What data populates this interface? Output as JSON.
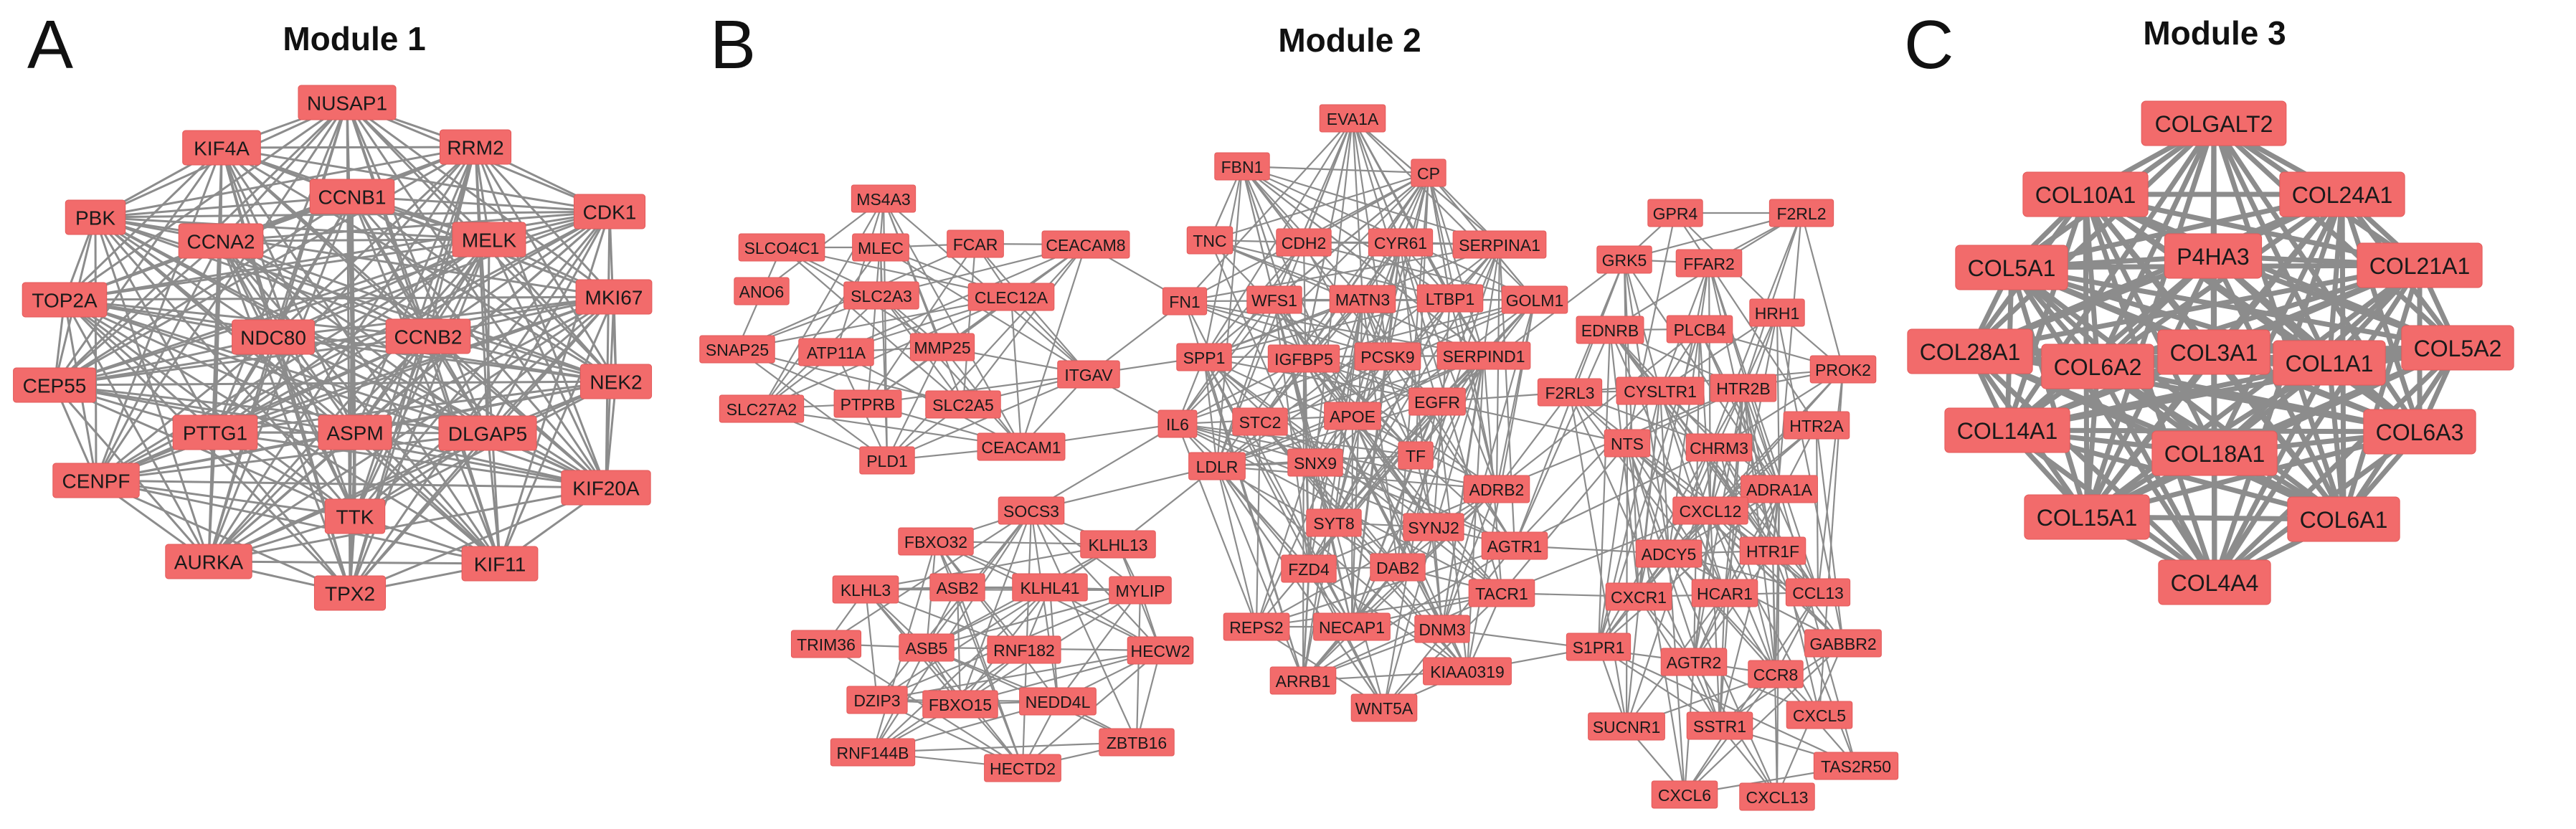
{
  "panels": [
    {
      "letter": "A",
      "title": "Module 1"
    },
    {
      "letter": "B",
      "title": "Module 2"
    },
    {
      "letter": "C",
      "title": "Module 3"
    }
  ],
  "module1": {
    "nodes": [
      "NUSAP1",
      "KIF4A",
      "RRM2",
      "PBK",
      "CCNB1",
      "CDK1",
      "CCNA2",
      "MELK",
      "TOP2A",
      "MKI67",
      "NDC80",
      "CCNB2",
      "CEP55",
      "NEK2",
      "PTTG1",
      "ASPM",
      "DLGAP5",
      "CENPF",
      "KIF20A",
      "TTK",
      "AURKA",
      "KIF11",
      "TPX2"
    ]
  },
  "module2": {
    "clusters": {
      "top_left": [
        "MS4A3",
        "SLCO4C1",
        "MLEC",
        "FCAR",
        "CEACAM8",
        "ANO6",
        "SLC2A3",
        "CLEC12A",
        "SNAP25",
        "ATP11A",
        "MMP25",
        "ITGAV",
        "SLC27A2",
        "PTPRB",
        "SLC2A5",
        "CEACAM1",
        "PLD1"
      ],
      "bottom_left": [
        "SOCS3",
        "FBXO32",
        "KLHL13",
        "KLHL3",
        "ASB2",
        "KLHL41",
        "MYLIP",
        "TRIM36",
        "ASB5",
        "RNF182",
        "HECW2",
        "DZIP3",
        "FBXO15",
        "NEDD4L",
        "ZBTB16",
        "RNF144B",
        "HECTD2"
      ],
      "center": [
        "EVA1A",
        "FBN1",
        "CP",
        "TNC",
        "CDH2",
        "CYR61",
        "SERPINA1",
        "FN1",
        "WFS1",
        "MATN3",
        "LTBP1",
        "GOLM1",
        "SPP1",
        "IGFBP5",
        "PCSK9",
        "SERPIND1",
        "IL6",
        "STC2",
        "APOE",
        "EGFR",
        "LDLR",
        "SNX9",
        "TF",
        "ADRB2",
        "SYT8",
        "SYNJ2",
        "AGTR1",
        "FZD4",
        "DAB2",
        "TACR1",
        "REPS2",
        "NECAP1",
        "DNM3",
        "ARRB1",
        "KIAA0319",
        "WNT5A"
      ],
      "right": [
        "GPR4",
        "F2RL2",
        "GRK5",
        "FFAR2",
        "EDNRB",
        "PLCB4",
        "HRH1",
        "PROK2",
        "F2RL3",
        "CYSLTR1",
        "HTR2B",
        "NTS",
        "CHRM3",
        "HTR2A",
        "ADRA1A",
        "CXCL12",
        "ADCY5",
        "HTR1F",
        "CXCR1",
        "HCAR1",
        "CCL13",
        "S1PR1",
        "AGTR2",
        "GABBR2",
        "CCR8",
        "SUCNR1",
        "SSTR1",
        "CXCL5",
        "TAS2R50",
        "CXCL6",
        "CXCL13"
      ]
    }
  },
  "module3": {
    "nodes": [
      "COLGALT2",
      "COL10A1",
      "COL24A1",
      "COL5A1",
      "P4HA3",
      "COL21A1",
      "COL28A1",
      "COL6A2",
      "COL3A1",
      "COL1A1",
      "COL5A2",
      "COL14A1",
      "COL18A1",
      "COL6A3",
      "COL15A1",
      "COL6A1",
      "COL4A4"
    ]
  }
}
